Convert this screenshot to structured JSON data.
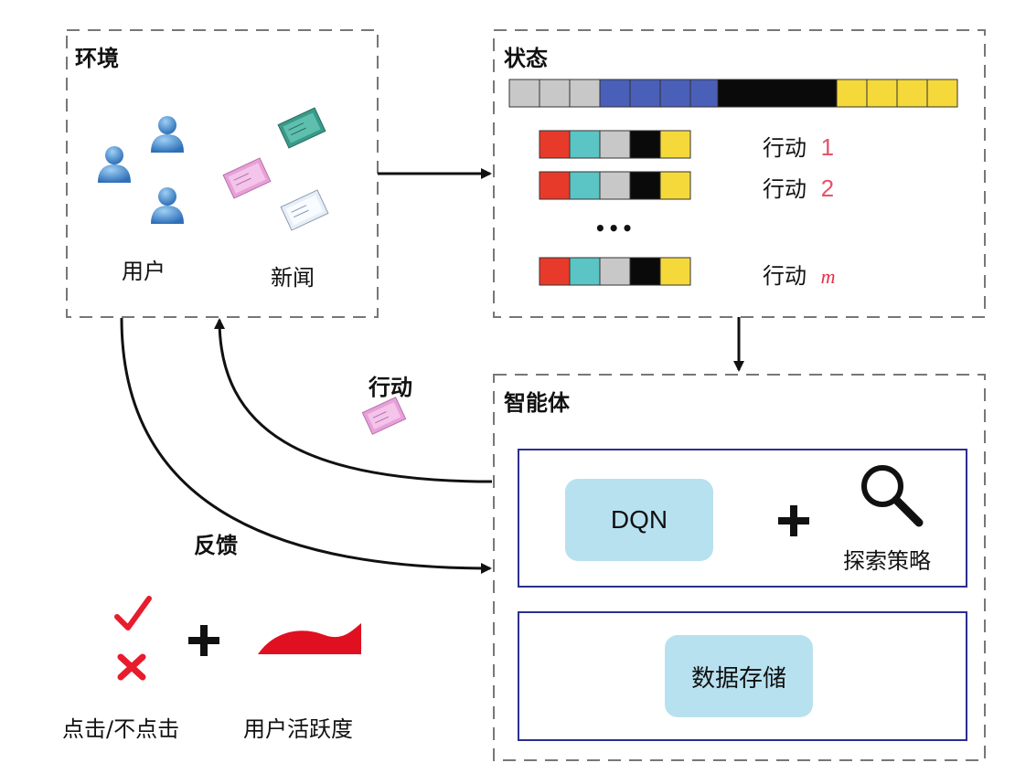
{
  "environment": {
    "title": "环境",
    "users_label": "用户",
    "news_label": "新闻"
  },
  "state": {
    "title": "状态",
    "action_prefix": "行动",
    "actions": [
      {
        "suffix": "1"
      },
      {
        "suffix": "2"
      },
      {
        "suffix": "m"
      }
    ],
    "ellipsis": "•••"
  },
  "agent": {
    "title": "智能体",
    "dqn_label": "DQN",
    "plus": "+",
    "explore_label": "探索策略",
    "storage_label": "数据存储"
  },
  "flows": {
    "action_label": "行动",
    "feedback_label": "反馈"
  },
  "feedback_legend": {
    "click_label": "点击/不点击",
    "activity_label": "用户活跃度",
    "plus": "+"
  },
  "colors": {
    "dashed_border": "#777777",
    "agent_inner_border": "#2a2f8f",
    "dqn_fill": "#b8e1f0",
    "state_gray": "#c8c8c8",
    "state_blue": "#4a5fb8",
    "state_black": "#0a0a0a",
    "state_yellow": "#f5d93a",
    "action_red": "#e83a2a",
    "action_teal": "#5bc4c4",
    "check_red": "#e81c2c",
    "activity_red": "#e01020",
    "user_blue": "#4a90d0",
    "news_green": "#3a9a8a",
    "news_pink": "#e8a0d8",
    "news_white": "#e8eef6"
  },
  "icons": [
    "user-icon",
    "newspaper-icon",
    "magnifier-icon",
    "checkmark-icon",
    "cross-icon",
    "wave-icon"
  ]
}
